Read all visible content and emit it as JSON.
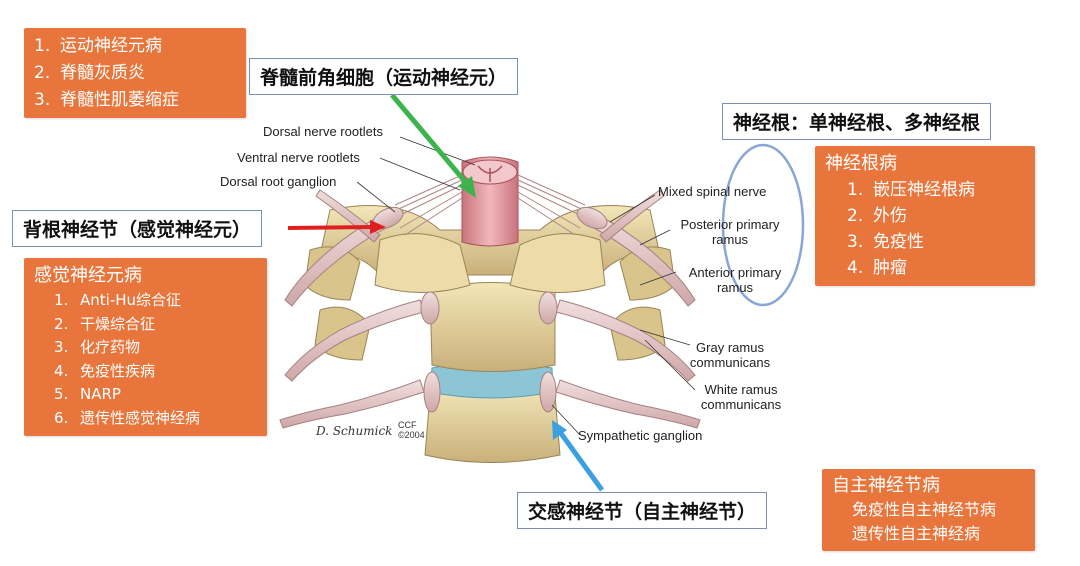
{
  "motor_neuron_diseases": {
    "items": [
      {
        "num": "1.",
        "text": "运动神经元病"
      },
      {
        "num": "2.",
        "text": "脊髓灰质炎"
      },
      {
        "num": "3.",
        "text": "脊髓性肌萎缩症"
      }
    ]
  },
  "anterior_horn_label": "脊髓前角细胞（运动神经元）",
  "dorsal_root_ganglion_label": "背根神经节（感觉神经元）",
  "sensory_neuron_diseases": {
    "title": "感觉神经元病",
    "items": [
      {
        "num": "1.",
        "text": "Anti-Hu综合征"
      },
      {
        "num": "2.",
        "text": "干燥综合征"
      },
      {
        "num": "3.",
        "text": "化疗药物"
      },
      {
        "num": "4.",
        "text": "免疫性疾病"
      },
      {
        "num": "5.",
        "text": "NARP"
      },
      {
        "num": "6.",
        "text": "遗传性感觉神经病"
      }
    ]
  },
  "nerve_root_label": "神经根：单神经根、多神经根",
  "nerve_root_diseases": {
    "title": "神经根病",
    "items": [
      {
        "num": "1.",
        "text": "嵌压神经根病"
      },
      {
        "num": "2.",
        "text": "外伤"
      },
      {
        "num": "3.",
        "text": "免疫性"
      },
      {
        "num": "4.",
        "text": "肿瘤"
      }
    ]
  },
  "sympathetic_ganglion_label": "交感神经节（自主神经节）",
  "autonomic_ganglion_diseases": {
    "title": "自主神经节病",
    "items": [
      "免疫性自主神经节病",
      "遗传性自主神经病"
    ]
  },
  "anatomy_labels": {
    "dorsal_nerve_rootlets": "Dorsal nerve rootlets",
    "ventral_nerve_rootlets": "Ventral nerve rootlets",
    "dorsal_root_ganglion": "Dorsal root ganglion",
    "mixed_spinal_nerve": "Mixed spinal nerve",
    "posterior_primary_ramus_1": "Posterior primary",
    "posterior_primary_ramus_2": "ramus",
    "anterior_primary_ramus_1": "Anterior primary",
    "anterior_primary_ramus_2": "ramus",
    "gray_ramus_1": "Gray ramus",
    "gray_ramus_2": "communicans",
    "white_ramus_1": "White ramus",
    "white_ramus_2": "communicans",
    "sympathetic_ganglion": "Sympathetic ganglion"
  },
  "illustration_credit": {
    "signature": "D. Schumick",
    "ccf": "CCF",
    "year": "©2004"
  },
  "colors": {
    "orange_box": "#e8763c",
    "arrow_green": "#3cb44b",
    "arrow_red": "#e02020",
    "arrow_blue": "#3aa0e0",
    "ellipse_blue": "#8aa6d6"
  }
}
